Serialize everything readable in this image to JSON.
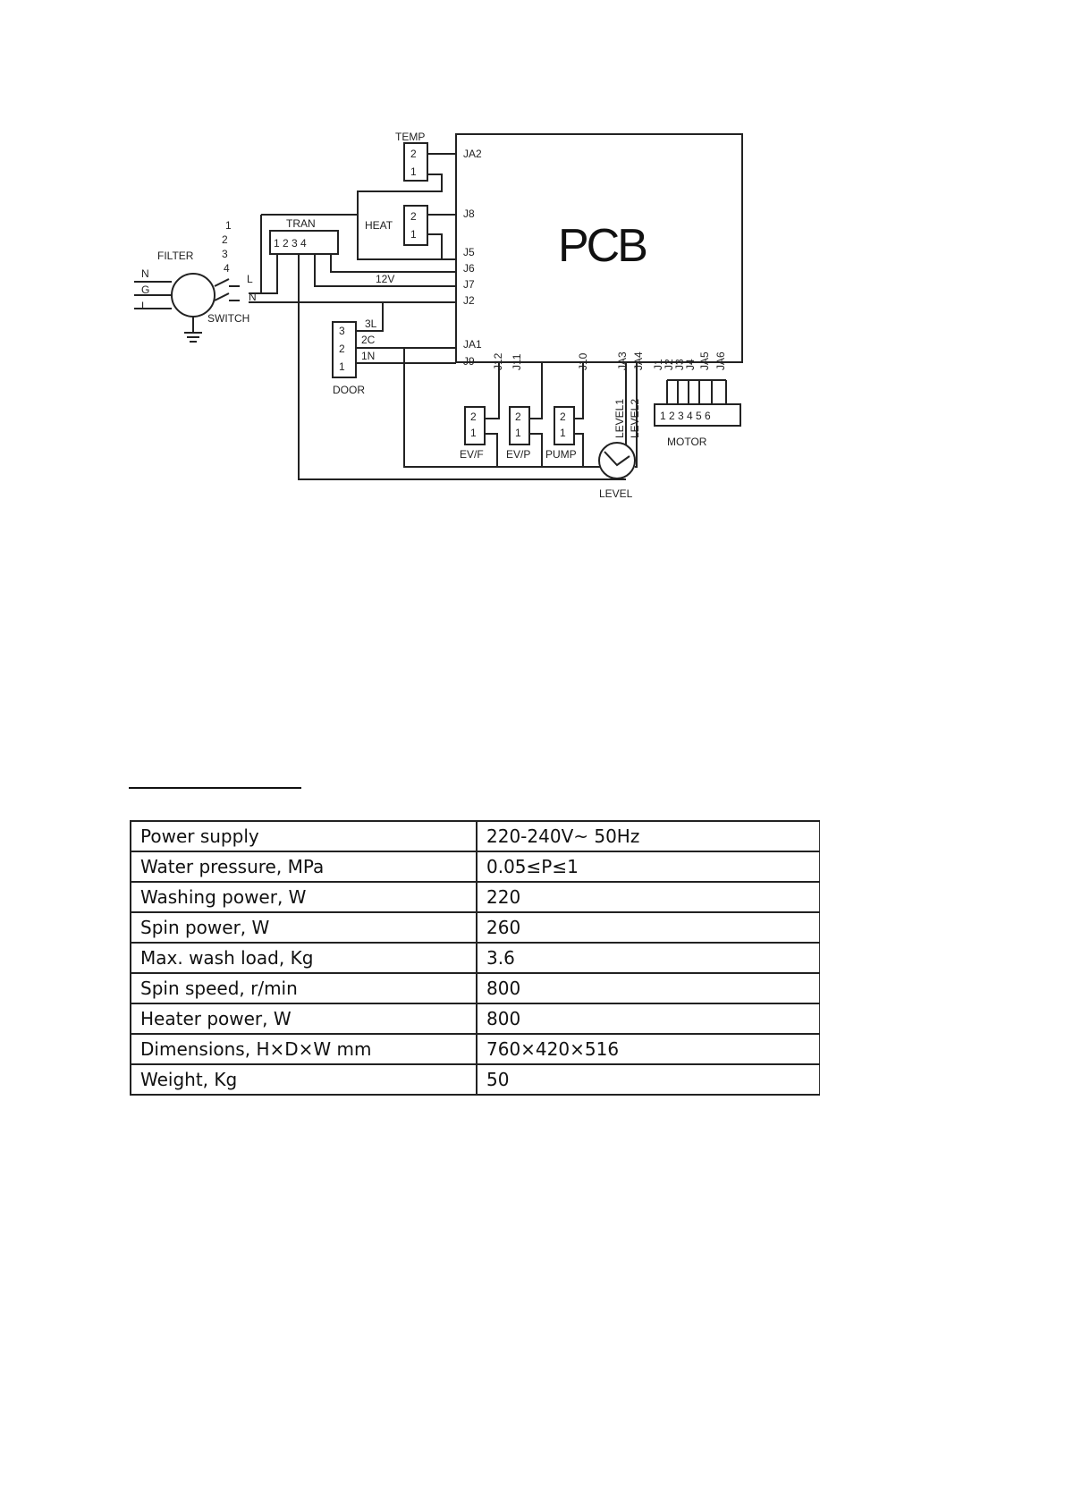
{
  "diagram": {
    "pcb_title": "PCB",
    "temp": "TEMP",
    "heat": "HEAT",
    "tran": "TRAN",
    "filter": "FILTER",
    "switch": "SWITCH",
    "door": "DOOR",
    "motor": "MOTOR",
    "level": "LEVEL",
    "evf": "EV/F",
    "evp": "EV/P",
    "pump": "PUMP",
    "v12": "12V",
    "n": "N",
    "g": "G",
    "l": "L",
    "sw_l": "L",
    "sw_n": "N",
    "sw1": "1",
    "sw2": "2",
    "sw3": "3",
    "sw4": "4",
    "tran_pins": "1 2 3 4",
    "ja2": "JA2",
    "j8": "J8",
    "j5": "J5",
    "j6": "J6",
    "j7": "J7",
    "j2": "J2",
    "ja1": "JA1",
    "j9": "J9",
    "j12": "J12",
    "j11": "J11",
    "j10": "J10",
    "ja3": "JA3",
    "ja4": "JA4",
    "j1": "J1",
    "j2b": "J2",
    "j3": "J3",
    "j4": "J4",
    "ja5": "JA5",
    "ja6": "JA6",
    "door_3l": "3L",
    "door_2c": "2C",
    "door_1n": "1N",
    "door_3": "3",
    "door_2": "2",
    "door_1": "1",
    "two": "2",
    "one": "1",
    "level1": "LEVEL1",
    "level2": "LEVEL2",
    "motor_pins": "1 2 3 4 5 6"
  },
  "specs": {
    "rows": [
      {
        "key": "Power supply",
        "value": "220-240V~ 50Hz"
      },
      {
        "key": "Water pressure, MPa",
        "value": "0.05≤P≤1"
      },
      {
        "key": "Washing power, W",
        "value": "220"
      },
      {
        "key": "Spin power, W",
        "value": "260"
      },
      {
        "key": "Max. wash load, Kg",
        "value": "3.6"
      },
      {
        "key": "Spin speed, r/min",
        "value": "800"
      },
      {
        "key": "Heater power, W",
        "value": "800"
      },
      {
        "key": "Dimensions, H×D×W mm",
        "value": "760×420×516"
      },
      {
        "key": "Weight, Kg",
        "value": "50"
      }
    ]
  }
}
